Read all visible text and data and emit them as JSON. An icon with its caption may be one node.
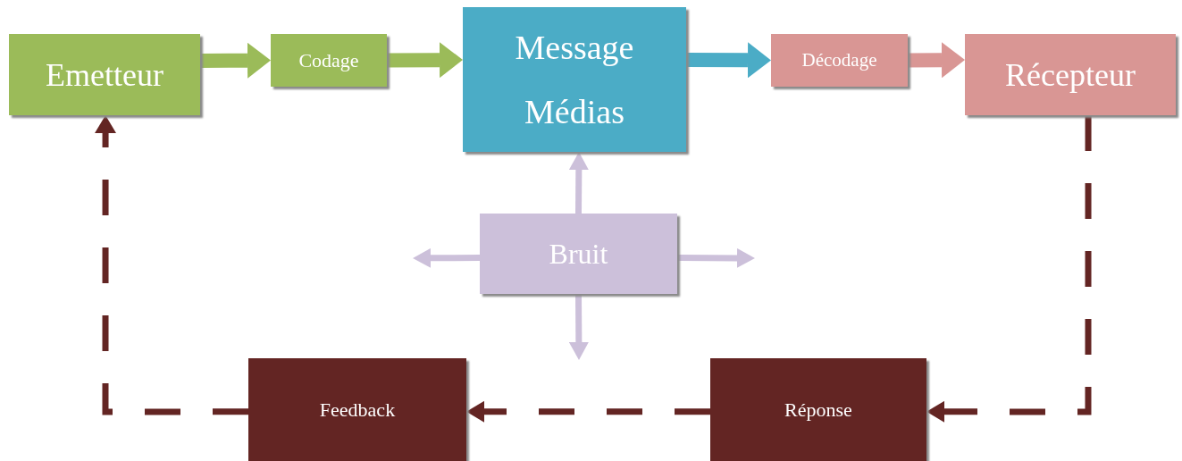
{
  "diagram": {
    "nodes": [
      {
        "text": [
          "Emetteur"
        ]
      },
      {
        "text": [
          "Codage"
        ]
      },
      {
        "text": [
          "Message Médias"
        ]
      },
      {
        "text": [
          "Décodage"
        ]
      },
      {
        "text": [
          "Récepteur"
        ]
      },
      {
        "text": [
          "Bruit"
        ]
      },
      {
        "text": [
          "Réponse"
        ]
      },
      {
        "text": [
          "Feedback"
        ]
      }
    ],
    "edges": [
      {
        "from": 0,
        "to": 1,
        "arrow": "to",
        "style": "thick",
        "color": "#9bbb59"
      },
      {
        "from": 1,
        "to": 2,
        "arrow": "to",
        "style": "thick",
        "color": "#9bbb59"
      },
      {
        "from": 2,
        "to": 3,
        "arrow": "to",
        "style": "thick",
        "color": "#4bacc6"
      },
      {
        "from": 3,
        "to": 4,
        "arrow": "to",
        "style": "thick",
        "color": "#d99694"
      },
      {
        "from": 5,
        "to": 2,
        "arrow": "to",
        "color": "#ccc0da"
      },
      {
        "from": 5,
        "to": null,
        "arrow": "to",
        "color": "#ccc0da"
      },
      {
        "from": 5,
        "to": null,
        "arrow": "to",
        "color": "#ccc0da"
      },
      {
        "from": 5,
        "to": null,
        "arrow": "to",
        "color": "#ccc0da"
      },
      {
        "from": 4,
        "to": 6,
        "arrow": "to",
        "style": "dashed",
        "color": "#632523"
      },
      {
        "from": 6,
        "to": 7,
        "arrow": "to",
        "style": "dashed",
        "color": "#632523"
      },
      {
        "from": 7,
        "to": 0,
        "arrow": "to",
        "style": "dashed",
        "color": "#632523"
      }
    ]
  }
}
